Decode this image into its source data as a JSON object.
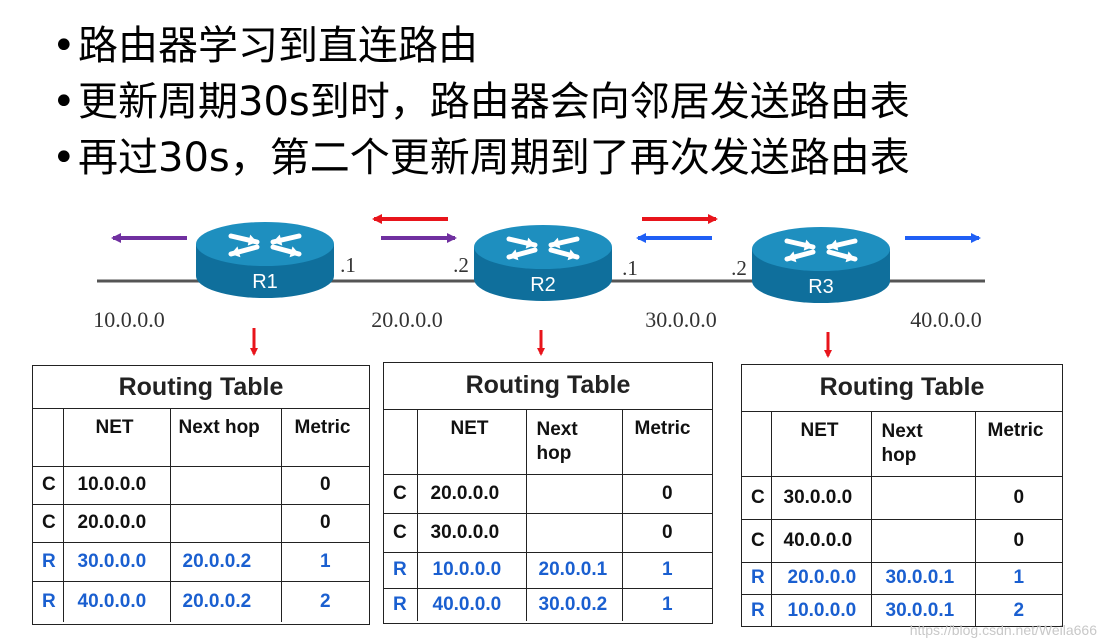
{
  "bullets": [
    "路由器学习到直连路由",
    "更新周期30s到时，路由器会向邻居发送路由表",
    "再过30s，第二个更新周期到了再次发送路由表"
  ],
  "colors": {
    "red": "#e8141b",
    "purple": "#7030a0",
    "blue": "#1f5ff5",
    "router": "#1e8fbf",
    "link": "#555555"
  },
  "topology": {
    "routers": [
      {
        "label": "R1"
      },
      {
        "label": "R2"
      },
      {
        "label": "R3"
      }
    ],
    "networks": [
      "10.0.0.0",
      "20.0.0.0",
      "30.0.0.0",
      "40.0.0.0"
    ],
    "interfaces": [
      ".1",
      ".2",
      ".1",
      ".2"
    ]
  },
  "tables": [
    {
      "title": "Routing Table",
      "headers": [
        "NET",
        "Next hop",
        "Metric"
      ],
      "rows": [
        {
          "type": "C",
          "net": "10.0.0.0",
          "hop": "",
          "metric": "0"
        },
        {
          "type": "C",
          "net": "20.0.0.0",
          "hop": "",
          "metric": "0"
        },
        {
          "type": "R",
          "net": "30.0.0.0",
          "hop": "20.0.0.2",
          "metric": "1"
        },
        {
          "type": "R",
          "net": "40.0.0.0",
          "hop": "20.0.0.2",
          "metric": "2"
        }
      ]
    },
    {
      "title": "Routing Table",
      "headers": [
        "NET",
        "Next hop",
        "Metric"
      ],
      "rows": [
        {
          "type": "C",
          "net": "20.0.0.0",
          "hop": "",
          "metric": "0"
        },
        {
          "type": "C",
          "net": "30.0.0.0",
          "hop": "",
          "metric": "0"
        },
        {
          "type": "R",
          "net": "10.0.0.0",
          "hop": "20.0.0.1",
          "metric": "1"
        },
        {
          "type": "R",
          "net": "40.0.0.0",
          "hop": "30.0.0.2",
          "metric": "1"
        }
      ]
    },
    {
      "title": "Routing Table",
      "headers": [
        "NET",
        "Next hop",
        "Metric"
      ],
      "rows": [
        {
          "type": "C",
          "net": "30.0.0.0",
          "hop": "",
          "metric": "0"
        },
        {
          "type": "C",
          "net": "40.0.0.0",
          "hop": "",
          "metric": "0"
        },
        {
          "type": "R",
          "net": "20.0.0.0",
          "hop": "30.0.0.1",
          "metric": "1"
        },
        {
          "type": "R",
          "net": "10.0.0.0",
          "hop": "30.0.0.1",
          "metric": "2"
        }
      ]
    }
  ],
  "watermark": "https://blog.csdn.net/Weila666"
}
